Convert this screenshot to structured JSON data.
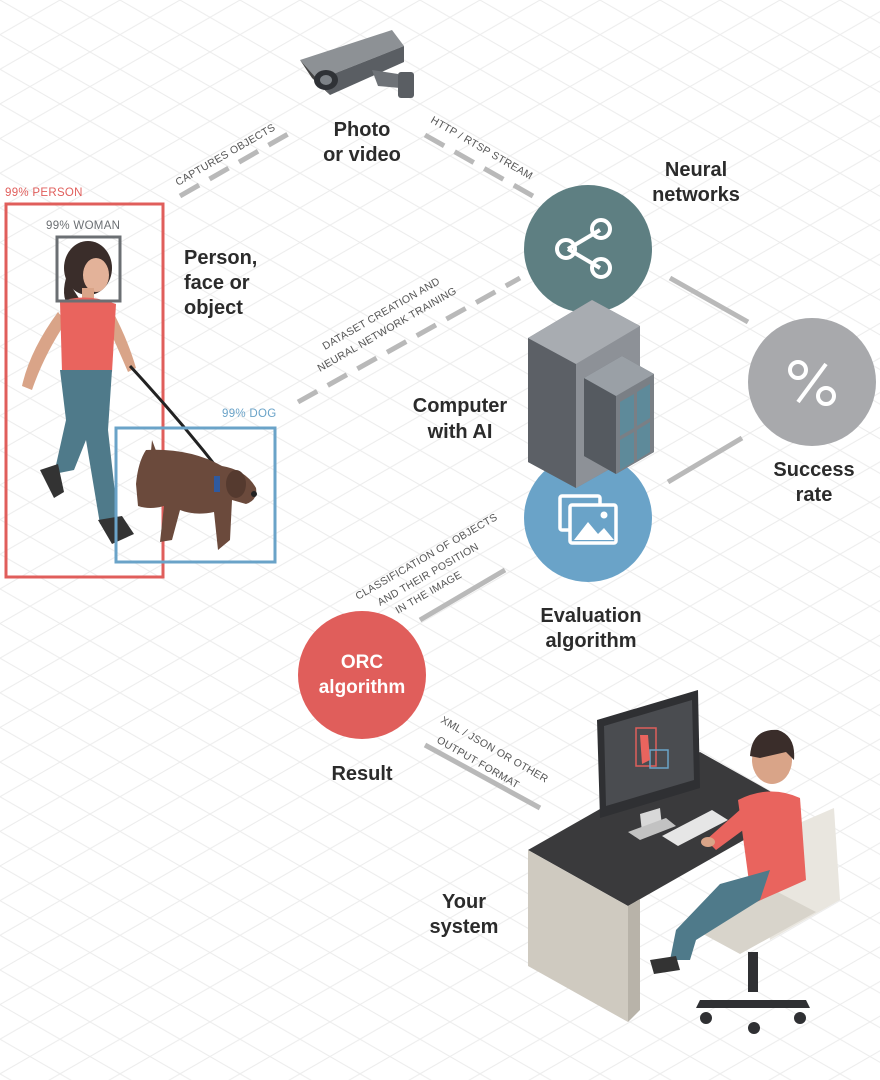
{
  "labels": {
    "photo_video": [
      "Photo",
      "or video"
    ],
    "neural_networks": [
      "Neural",
      "networks"
    ],
    "person_face_object": [
      "Person,",
      "face or",
      "object"
    ],
    "computer_ai": [
      "Computer",
      "with AI"
    ],
    "success_rate": [
      "Success",
      "rate"
    ],
    "evaluation_algorithm": [
      "Evaluation",
      "algorithm"
    ],
    "orc_algorithm": [
      "ORC",
      "algorithm"
    ],
    "result": "Result",
    "your_system": [
      "Your",
      "system"
    ]
  },
  "connectors": {
    "captures_objects": "CAPTURES OBJECTS",
    "stream": "HTTP / RTSP STREAM",
    "dataset": [
      "DATASET CREATION AND",
      "NEURAL NETWORK TRAINING"
    ],
    "classification": [
      "CLASSIFICATION OF OBJECTS",
      "AND THEIR POSITION",
      "IN THE IMAGE"
    ],
    "output_format": [
      "XML / JSON OR OTHER",
      "OUTPUT FORMAT"
    ]
  },
  "detections": {
    "person": "99% PERSON",
    "woman": "99% WOMAN",
    "dog": "99% DOG"
  },
  "icons": {
    "camera": "security-camera-icon",
    "share": "share-icon",
    "percent": "percent-icon",
    "image": "image-gallery-icon",
    "server": "server-rack-icon"
  },
  "colors": {
    "teal": "#5e7f82",
    "gray_circle": "#a8a9ac",
    "blue_circle": "#6aa3c8",
    "red_circle": "#e05e5b",
    "person_box": "#e05e5b",
    "woman_box": "#6b6f73",
    "dog_box": "#6aa3c8"
  }
}
